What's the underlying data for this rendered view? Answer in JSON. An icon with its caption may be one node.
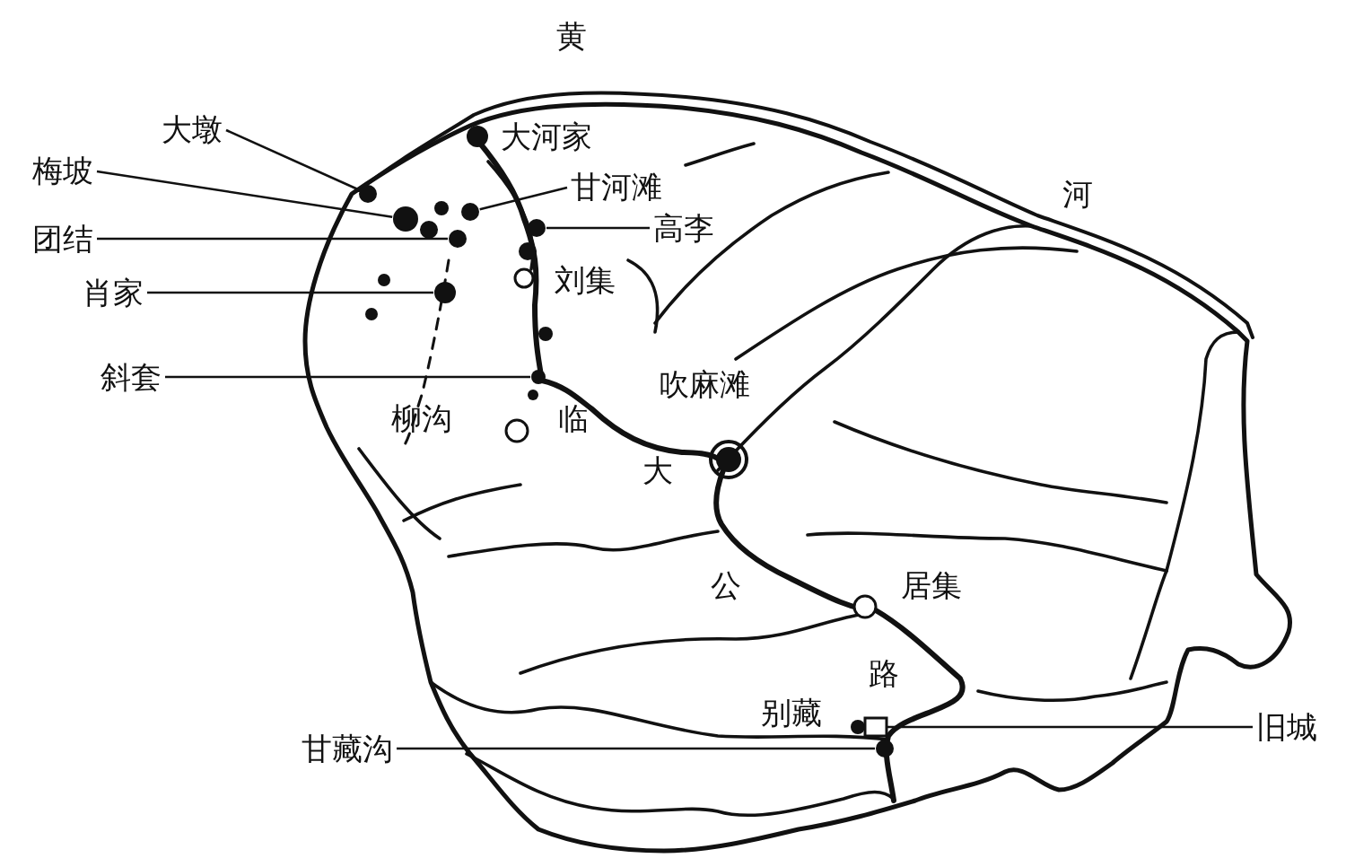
{
  "diagram": {
    "nodes": [
      {
        "text": [
          "大墩"
        ]
      },
      {
        "text": [
          "梅坡"
        ]
      },
      {
        "text": [
          "团结"
        ]
      },
      {
        "text": [
          "肖家"
        ]
      },
      {
        "text": [
          "斜套"
        ]
      },
      {
        "text": [
          "甘河滩"
        ]
      },
      {
        "text": [
          "高李"
        ]
      },
      {
        "text": [
          "甘藏沟"
        ]
      },
      {
        "text": [
          "旧城"
        ]
      },
      {
        "text": [],
        "shape": "circle"
      },
      {
        "text": [],
        "shape": "circle"
      },
      {
        "text": [],
        "shape": "circle"
      },
      {
        "text": [],
        "shape": "circle"
      },
      {
        "text": [],
        "shape": "circle"
      },
      {
        "text": [],
        "shape": "circle"
      },
      {
        "text": [],
        "shape": "circle"
      },
      {
        "text": [],
        "shape": "box"
      },
      {
        "text": [],
        "shape": "circle"
      }
    ],
    "edges": [
      {
        "from": 0,
        "to": 9,
        "arrow": "none"
      },
      {
        "from": 1,
        "to": 10,
        "arrow": "none"
      },
      {
        "from": 2,
        "to": 12,
        "arrow": "none"
      },
      {
        "from": 3,
        "to": 11,
        "arrow": "none"
      },
      {
        "from": 4,
        "to": 15,
        "arrow": "none"
      },
      {
        "from": 5,
        "to": 13,
        "arrow": "none"
      },
      {
        "from": 6,
        "to": 14,
        "arrow": "none"
      },
      {
        "from": 7,
        "to": 17,
        "arrow": "none"
      },
      {
        "from": 8,
        "to": 16,
        "arrow": "none"
      }
    ],
    "labels": [
      "黄",
      "大河家",
      "河",
      "刘集",
      "吹麻滩",
      "柳沟",
      "临",
      "大",
      "公",
      "居集",
      "路",
      "别藏"
    ]
  }
}
